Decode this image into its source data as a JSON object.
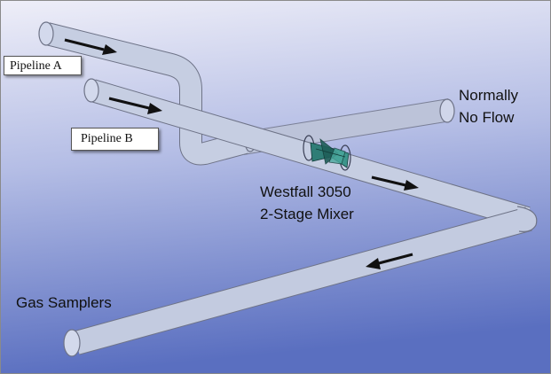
{
  "labels": {
    "pipeline_a": "Pipeline A",
    "pipeline_b": "Pipeline B"
  },
  "annotations": {
    "no_flow_line1": "Normally",
    "no_flow_line2": "No Flow",
    "mixer_line1": "Westfall 3050",
    "mixer_line2": "2-Stage Mixer",
    "gas_samplers": "Gas Samplers"
  },
  "colors": {
    "background_top": "#eaeaf6",
    "background_bottom": "#5f73c2",
    "pipe_fill": "#c3cbe0",
    "pipe_edge": "#6e7387",
    "mixer": "#2f7d76",
    "arrow": "#111111"
  }
}
